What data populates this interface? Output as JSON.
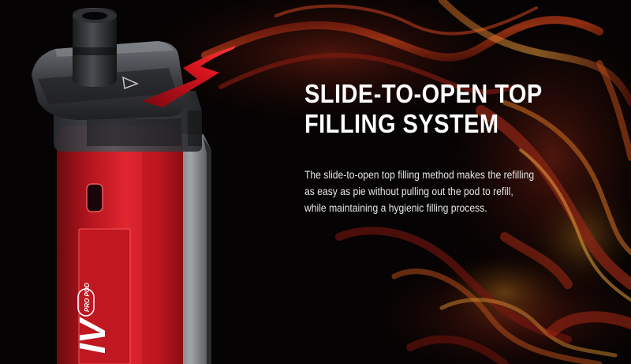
{
  "hero": {
    "headline": [
      "SLIDE-TO-OPEN TOP",
      "FILLING SYSTEM"
    ],
    "description": [
      "The slide-to-open top filling method makes the refilling",
      "as easy as pie without pulling out the pod to refill,",
      "while maintaining a hygienic filling process."
    ]
  },
  "device": {
    "logo_text": "IV",
    "sub_logo_text": "PRO POD",
    "body_color": "#d3202a",
    "frame_color": "#8b8d90"
  },
  "colors": {
    "background": "#050303",
    "swirl_red": "#8a1a12",
    "swirl_orange": "#c0561f",
    "swirl_gold": "#b8862a",
    "arrow": "#c8101c",
    "text": "#ffffff"
  },
  "icons": [
    "slide-arrow-icon",
    "triangle-marker-icon",
    "usb-port-icon"
  ]
}
